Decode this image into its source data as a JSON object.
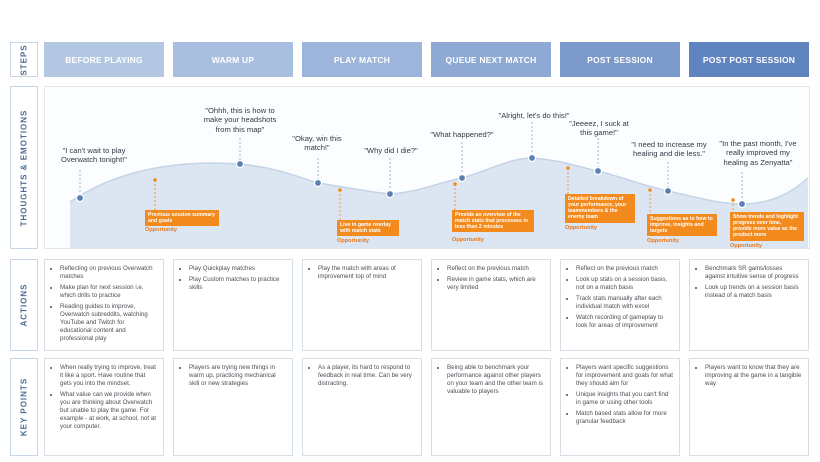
{
  "row_labels": {
    "steps": "STEPS",
    "thoughts": "THOUGHTS & EMOTIONS",
    "actions": "ACTIONS",
    "key_points": "KEY POINTS"
  },
  "colors": {
    "step_1": "#b3c7e2",
    "step_2": "#a9bfdf",
    "step_3": "#9db5da",
    "step_4": "#8ea9d3",
    "step_5": "#7b9acb",
    "step_6": "#5f84c0",
    "curve_fill": "#dce6f2",
    "curve_line": "#c4d3e6",
    "dot": "#5b7fb5",
    "accent": "#f28a1e"
  },
  "steps": [
    "BEFORE PLAYING",
    "WARM UP",
    "PLAY MATCH",
    "QUEUE NEXT MATCH",
    "POST SESSION",
    "POST POST SESSION"
  ],
  "thoughts": [
    {
      "quote": "\"I can't wait to play\nOverwatch tonight!\""
    },
    {
      "quote": "\"Ohhh, this is how to\nmake your headshots\nfrom this map\""
    },
    {
      "quote": "\"Okay, win this\nmatch!\""
    },
    {
      "quote": "\"Why did I die?\""
    },
    {
      "quote": "\"What happened?\""
    },
    {
      "quote": "\"Alright, let's do this!\""
    },
    {
      "quote": "\"Jeeeez, I suck at\nthis game!\""
    },
    {
      "quote": "\"I need to increase my\nhealing and die less.\""
    },
    {
      "quote": "\"In the past month, I've\nreally improved my\nhealing as Zenyatta\""
    }
  ],
  "opportunities": [
    {
      "note": "Previous session summary and goals",
      "label": "Opportunity"
    },
    {
      "note": "Live in game overlay with match stats",
      "label": "Opportunity"
    },
    {
      "note": "Provide an overview of the match stats that processes in less than 2 minutes",
      "label": "Opportunity"
    },
    {
      "note": "Detailed breakdown of your performance, your teammembers & the enemy team",
      "label": "Opportunity"
    },
    {
      "note": "Suggestions as to how to improve, insights and targets",
      "label": "Opportunity"
    },
    {
      "note": "Show trends and highlight progress over time, provide more value as the product more",
      "label": "Opportunity"
    }
  ],
  "actions": [
    [
      "Reflecting on previous Overwatch matches",
      "Make plan for next session i.e. which drills to practice",
      "Reading guides to improve, Overwatch subreddits, watching YouTube and Twitch for educational content and professional play"
    ],
    [
      "Play Quickplay matches",
      "Play Custom matches to practice skills"
    ],
    [
      "Play the match with areas of improvement top of mind"
    ],
    [
      "Reflect on the previous match",
      "Review in game stats, which are very limited"
    ],
    [
      "Reflect on the previous match",
      "Look up stats on a session basis, not on a match basis",
      "Track stats manually after each individual match with excel",
      "Watch recording of gameplay to look for areas of improvement"
    ],
    [
      "Benchmark SR gains/losses against intuitive sense of progress",
      "Look up trends on a session basis instead of a match basis"
    ]
  ],
  "key_points": [
    [
      "When really trying to improve, treat it like a sport. Have routine that gets you into the mindset.",
      "What value can we provide when you are thinking about Overwatch but unable to play the game. For example - at work, at school, not at your computer."
    ],
    [
      "Players are trying new things in warm up, practicing mechanical skill or new strategies"
    ],
    [
      "As a player, its hard to respond to feedback in real time. Can be very distracting."
    ],
    [
      "Being able to benchmark your performance against other players on your team and the other team is valuable to players"
    ],
    [
      "Players want specific suggestions for improvement and goals for what they should aim for",
      "Unique insights that you can't find in game or using other tools",
      "Match based stats allow for more granular feedback"
    ],
    [
      "Players want to know that they are improving at the game in a tangible way"
    ]
  ]
}
